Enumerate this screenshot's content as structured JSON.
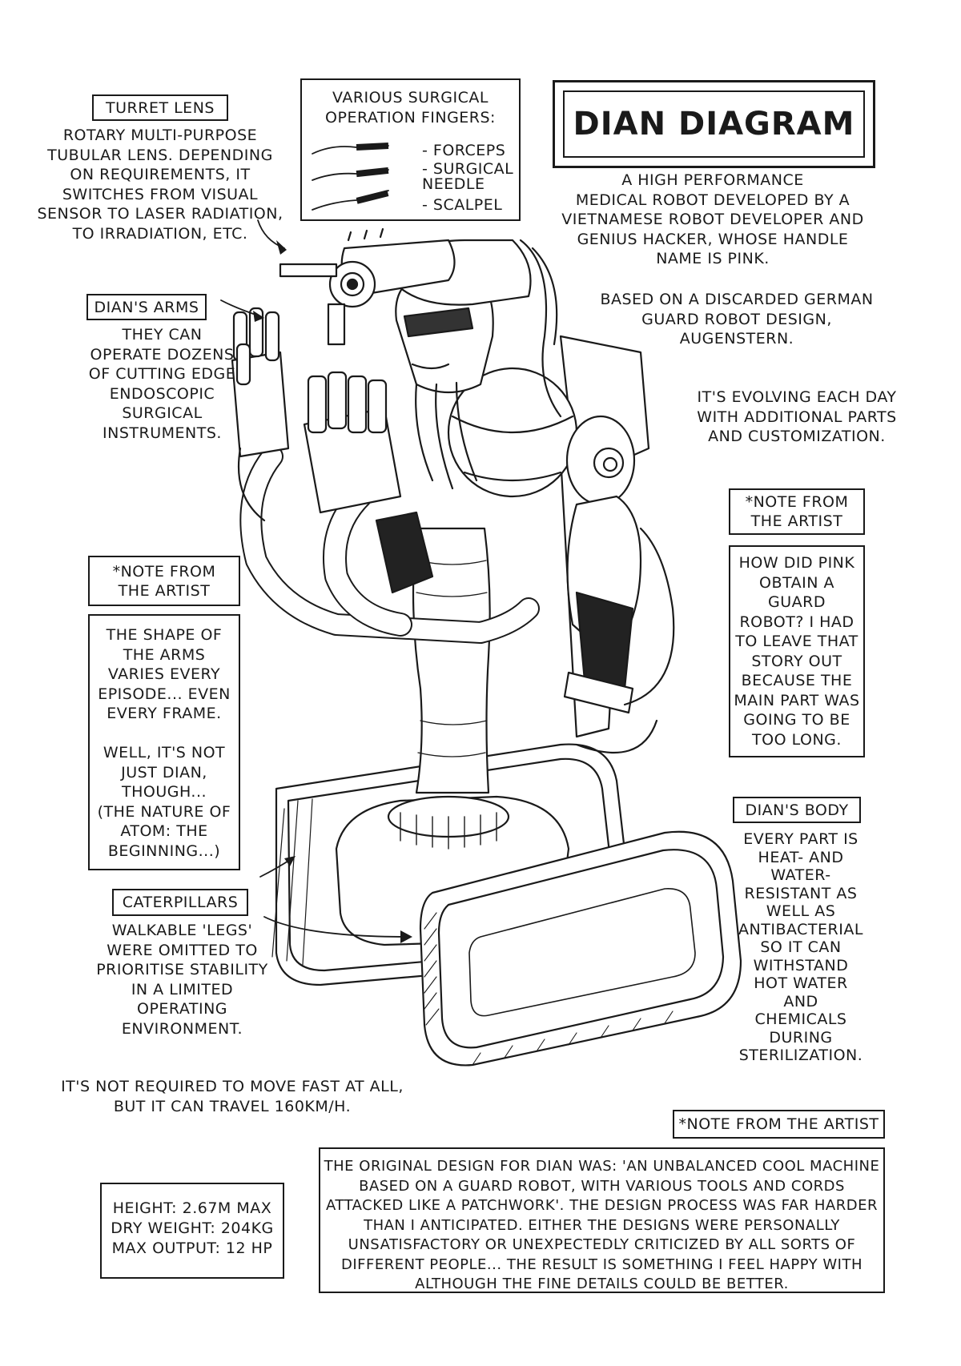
{
  "title": "DIAN DIAGRAM",
  "turret_lens": {
    "label": "TURRET LENS",
    "text": "ROTARY MULTI-PURPOSE\nTUBULAR LENS. DEPENDING\nON REQUIREMENTS, IT\nSWITCHES FROM VISUAL\nSENSOR TO LASER RADIATION,\nTO IRRADIATION, ETC."
  },
  "fingers": {
    "heading": "VARIOUS SURGICAL\nOPERATION FINGERS:",
    "items": [
      "- FORCEPS",
      "- SURGICAL\nNEEDLE",
      "- SCALPEL"
    ]
  },
  "intro": {
    "p1": "A HIGH PERFORMANCE\nMEDICAL ROBOT DEVELOPED BY A\nVIETNAMESE ROBOT DEVELOPER AND\nGENIUS HACKER, WHOSE HANDLE\nNAME IS PINK.",
    "p2": "BASED ON A DISCARDED GERMAN\nGUARD ROBOT DESIGN,\nAUGENSTERN.",
    "p3": "IT'S EVOLVING EACH DAY\nWITH ADDITIONAL PARTS\nAND CUSTOMIZATION."
  },
  "arms": {
    "label": "DIAN'S ARMS",
    "text": "THEY CAN\nOPERATE DOZENS\nOF CUTTING EDGE\nENDOSCOPIC\nSURGICAL\nINSTRUMENTS."
  },
  "note_left": {
    "label": "*NOTE FROM\nTHE ARTIST",
    "text": "THE SHAPE OF\nTHE ARMS\nVARIES EVERY\nEPISODE... EVEN\nEVERY FRAME.\n\nWELL, IT'S NOT\nJUST DIAN,\nTHOUGH...\n(THE NATURE OF\nATOM: THE\nBEGINNING...)"
  },
  "note_right": {
    "label": "*NOTE FROM\nTHE ARTIST",
    "text": "HOW DID PINK\nOBTAIN A\nGUARD\nROBOT? I HAD\nTO LEAVE THAT\nSTORY OUT\nBECAUSE THE\nMAIN PART WAS\nGOING TO BE\nTOO LONG."
  },
  "caterpillars": {
    "label": "CATERPILLARS",
    "text": "WALKABLE 'LEGS'\nWERE OMITTED TO\nPRIORITISE STABILITY\nIN A LIMITED\nOPERATING\nENVIRONMENT."
  },
  "body": {
    "label": "DIAN'S BODY",
    "text": "EVERY PART IS\nHEAT- AND\nWATER-\nRESISTANT AS\nWELL AS\nANTIBACTERIAL\nSO IT CAN\nWITHSTAND\nHOT WATER\nAND\nCHEMICALS\nDURING\nSTERILIZATION."
  },
  "speed": "IT'S NOT REQUIRED TO MOVE FAST AT ALL,\nBUT IT CAN TRAVEL 160KM/H.",
  "specs": "HEIGHT: 2.67M MAX\nDRY WEIGHT: 204KG\nMAX OUTPUT: 12 HP",
  "note_bottom": {
    "label": "*NOTE FROM THE ARTIST",
    "text": "THE ORIGINAL DESIGN FOR DIAN WAS: 'AN UNBALANCED COOL MACHINE\nBASED ON A GUARD ROBOT, WITH VARIOUS TOOLS AND CORDS\nATTACKED LIKE A PATCHWORK'. THE DESIGN PROCESS WAS FAR HARDER\nTHAN I ANTICIPATED. EITHER THE DESIGNS WERE PERSONALLY\nUNSATISFACTORY OR UNEXPECTEDLY CRITICIZED BY ALL SORTS OF\nDIFFERENT PEOPLE... THE RESULT IS SOMETHING I FEEL HAPPY WITH\nALTHOUGH THE FINE DETAILS COULD BE BETTER."
  }
}
